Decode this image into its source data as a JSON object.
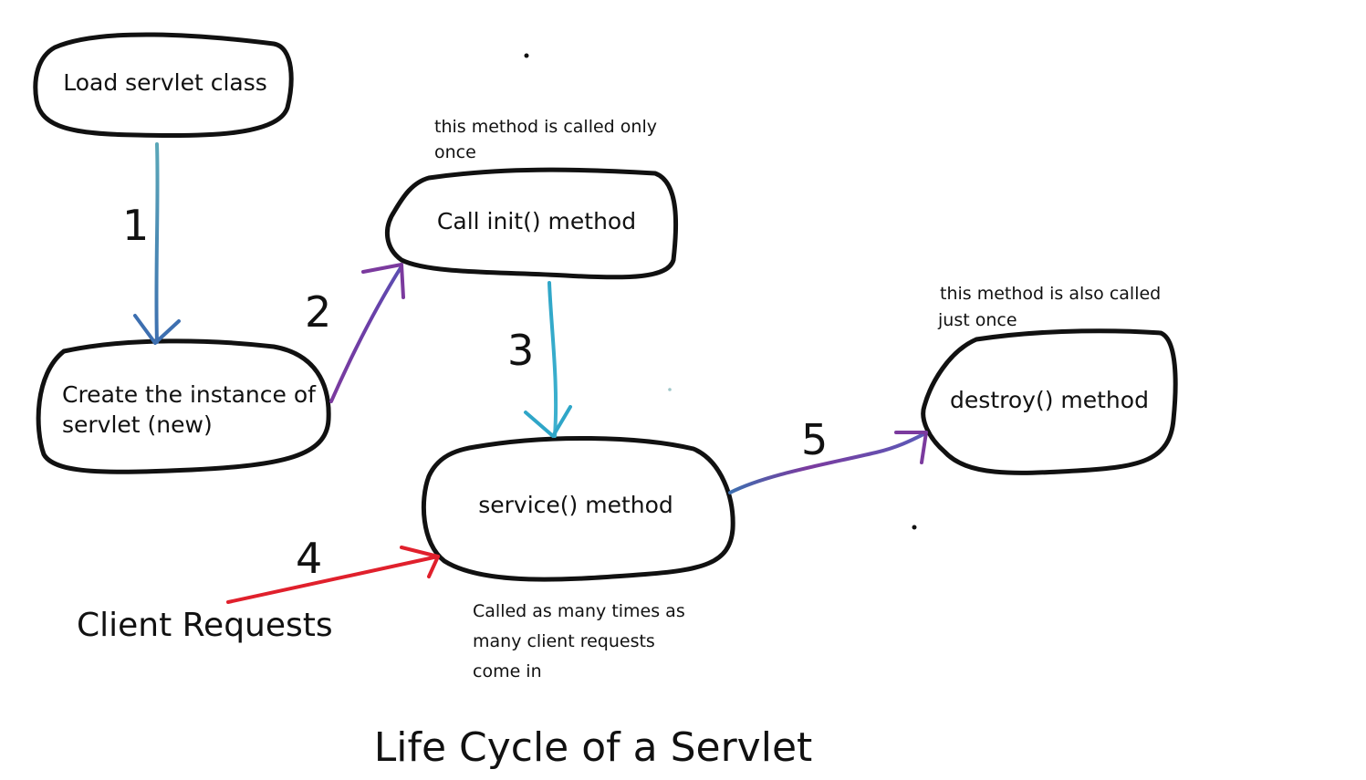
{
  "title": "Life Cycle of a Servlet",
  "nodes": {
    "load": {
      "label": "Load servlet class"
    },
    "create": {
      "line1": "Create the instance of",
      "line2": "servlet (new)"
    },
    "init": {
      "label": "Call init() method"
    },
    "service": {
      "label": "service() method"
    },
    "destroy": {
      "label": "destroy() method"
    }
  },
  "notes": {
    "init": {
      "line1": "this method is called only",
      "line2": "once"
    },
    "destroy": {
      "line1": "this method is also called",
      "line2": "just once"
    },
    "service": {
      "line1": "Called as many times as",
      "line2": "many client requests",
      "line3": "come in"
    }
  },
  "client": {
    "label": "Client Requests"
  },
  "steps": {
    "s1": "1",
    "s2": "2",
    "s3": "3",
    "s4": "4",
    "s5": "5"
  },
  "colors": {
    "outline": "#111111",
    "arrow_blue": "#3d6fb0",
    "arrow_purple": "#7b3a9e",
    "arrow_cyan": "#2fa6c8",
    "arrow_red": "#e0202c"
  }
}
